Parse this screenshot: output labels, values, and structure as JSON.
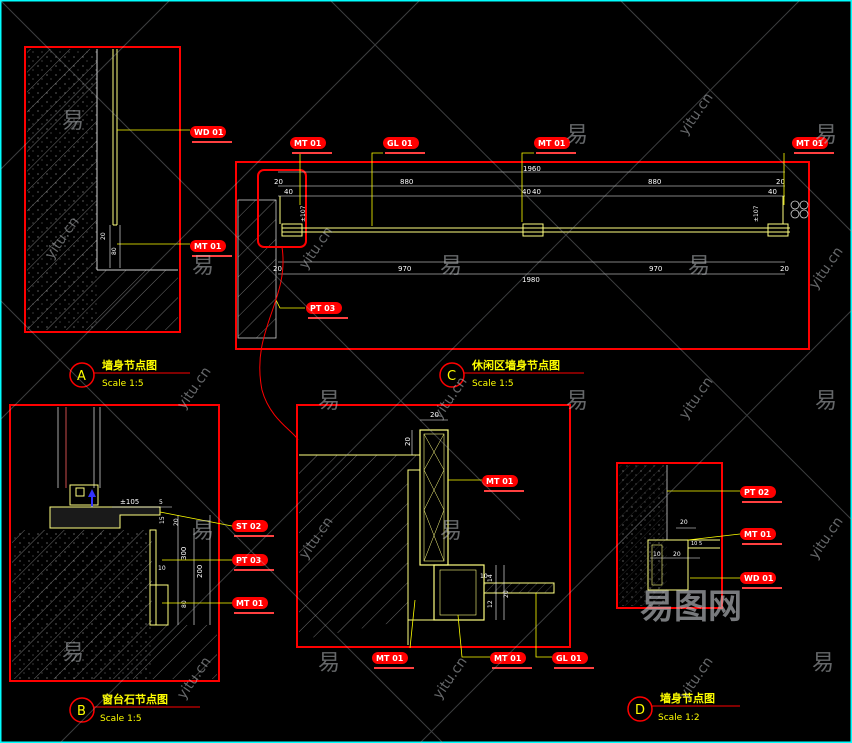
{
  "drawing": {
    "colors": {
      "background": "#000000",
      "frame": "#ff0000",
      "detail_line": "#ffff80",
      "hatch": "#a0a0a0",
      "text_white": "#ffffff",
      "text_yellow": "#ffff00",
      "tag_fill": "#ff0000",
      "border_cyan": "#00ffff",
      "watermark": "#9aa0a6"
    },
    "details": [
      {
        "letter": "A",
        "title": "墙身节点图",
        "scale": "Scale 1:5"
      },
      {
        "letter": "C",
        "title": "休闲区墙身节点图",
        "scale": "Scale 1:5"
      },
      {
        "letter": "B",
        "title": "窗台石节点图",
        "scale": "Scale 1:5"
      },
      {
        "letter": "D",
        "title": "墙身节点图",
        "scale": "Scale 1:2"
      }
    ],
    "tags": {
      "a_wd": "WD 01",
      "a_mt": "MT 01",
      "c_mt_left": "MT 01",
      "c_gl": "GL 01",
      "c_mt_mid": "MT 01",
      "c_mt_right": "MT 01",
      "c_pt": "PT 03",
      "e_mt": "MT 01",
      "e_mt_bl": "MT 01",
      "e_mt_br": "MT 01",
      "e_gl": "GL 01",
      "b_st": "ST 02",
      "b_pt": "PT 03",
      "b_mt": "MT 01",
      "d_pt": "PT 02",
      "d_mt": "MT 01",
      "d_wd": "WD 01"
    },
    "dims": {
      "c_top": [
        "20",
        "880",
        "1960",
        "880",
        "20"
      ],
      "c_second": [
        "40",
        "40",
        "40",
        "40"
      ],
      "c_side": "±107",
      "c_bottom": [
        "20",
        "970",
        "970",
        "20"
      ],
      "c_total": "1980",
      "a": [
        "20",
        "80"
      ],
      "b": [
        "±105",
        "5",
        "15",
        "20",
        "300",
        "10",
        "200",
        "80"
      ],
      "e": [
        "20",
        "20",
        "10",
        "14",
        "12",
        "20"
      ],
      "d": [
        "20",
        "10",
        "20",
        "10",
        "5"
      ]
    },
    "watermarks": {
      "domain": "yitu.cn",
      "char": "易",
      "brand": "易图网"
    }
  }
}
